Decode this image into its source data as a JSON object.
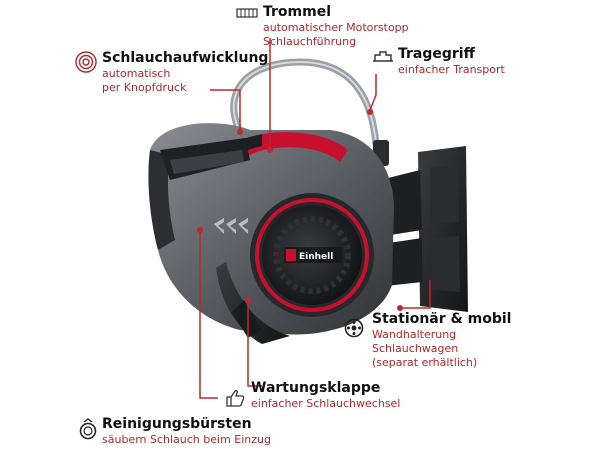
{
  "brand": {
    "name": "Einhell",
    "accent": "#c8102e"
  },
  "colors": {
    "title": "#111111",
    "subtitle": "#b0262b",
    "leader": "#c0282d"
  },
  "features": {
    "trommel": {
      "title": "Trommel",
      "line1": "automatischer Motorstopp",
      "line2": "Schlauchführung",
      "icon": "drum-icon"
    },
    "tragegriff": {
      "title": "Tragegriff",
      "line1": "einfacher Transport",
      "icon": "handle-icon"
    },
    "schlauchaufwicklung": {
      "title": "Schlauchaufwicklung",
      "line1": "automatisch",
      "line2": "per Knopfdruck",
      "icon": "spiral-icon"
    },
    "stationaer": {
      "title": "Stationär & mobil",
      "line1": "Wandhalterung",
      "line2": "Schlauchwagen",
      "line3": "(separat erhältlich)",
      "icon": "wheel-icon"
    },
    "wartungsklappe": {
      "title": "Wartungsklappe",
      "line1": "einfacher Schlauchwechsel",
      "icon": "thumbs-up-icon"
    },
    "reinigung": {
      "title": "Reinigungsbürsten",
      "line1": "säubern Schlauch beim Einzug",
      "icon": "brush-ring-icon"
    }
  }
}
